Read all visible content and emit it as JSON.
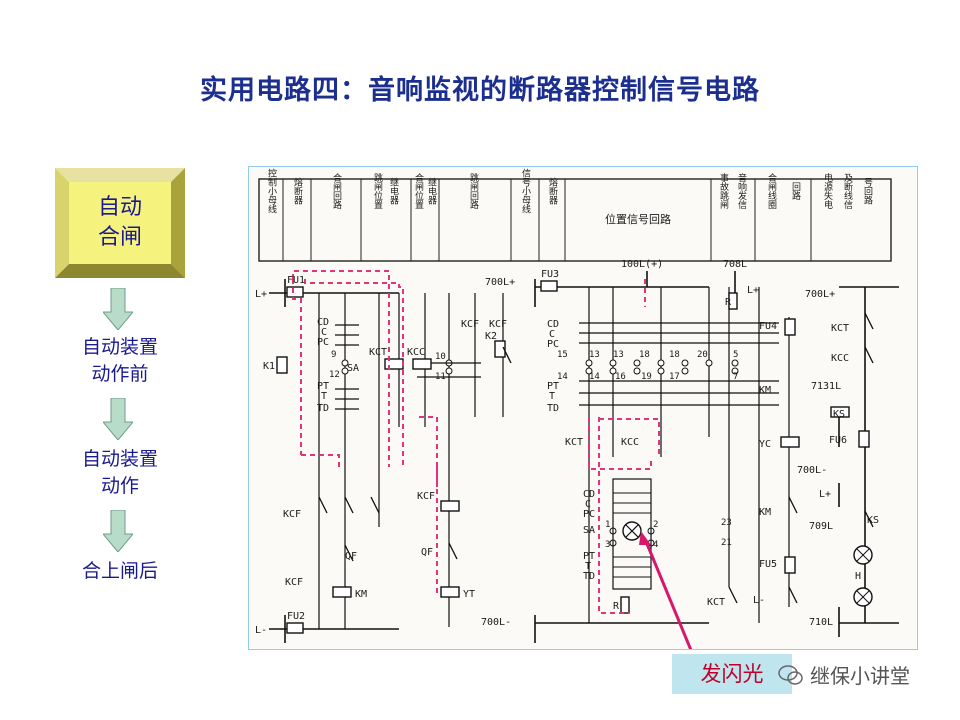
{
  "title": "实用电路四：音响监视的断路器控制信号电路",
  "state_box": {
    "label_line1": "自动",
    "label_line2": "合闸"
  },
  "steps": [
    "自动装置动作前",
    "自动装置动作",
    "合上闸后"
  ],
  "steps_lines": [
    [
      "自动装置",
      "动作前"
    ],
    [
      "自动装置",
      "动作"
    ],
    [
      "合上闸后"
    ]
  ],
  "callout": "发闪光",
  "watermark": "继保小讲堂",
  "diagram": {
    "header_cells": [
      "控制小母线",
      "熔断器",
      "合闸回路",
      "跳闸位置",
      "继电器",
      "合闸位置",
      "继电器",
      "跳闸回路",
      "信号小母线",
      "熔断器",
      "位置信号回路",
      "事故跳闸",
      "音响发信",
      "合闸线圈",
      "回路",
      "电源失电",
      "及断线信",
      "号回路"
    ],
    "labels": {
      "L_plus": "L+",
      "L_minus": "L-",
      "FU1": "FU1",
      "FU2": "FU2",
      "FU3": "FU3",
      "FU4": "FU4",
      "FU5": "FU5",
      "FU6": "FU6",
      "bus_700L_plus": "700L+",
      "bus_700L_minus": "700L-",
      "bus_100L": "100L(+)",
      "bus_708L": "708L",
      "bus_7131L": "7131L",
      "bus_709L": "709L",
      "bus_710L": "710L",
      "CD": "CD",
      "C": "C",
      "PC": "PC",
      "SA": "SA",
      "PT": "PT",
      "T": "T",
      "TD": "TD",
      "K1": "K1",
      "K2": "K2",
      "KCT": "KCT",
      "KCC": "KCC",
      "KCF": "KCF",
      "QF": "QF",
      "KM": "KM",
      "YT": "YT",
      "YC": "YC",
      "KS": "KS",
      "R": "R",
      "H": "H",
      "n9": "9",
      "n12": "12",
      "n10": "10",
      "n11": "11",
      "n15": "15",
      "n13": "13",
      "n18": "18",
      "n20": "20",
      "n5": "5",
      "n14": "14",
      "n16": "16",
      "n19": "19",
      "n17": "17",
      "n7": "7",
      "n1": "1",
      "n2": "2",
      "n3": "3",
      "n4": "4",
      "n23": "23",
      "n21": "21"
    }
  },
  "colors": {
    "title": "#1c2f8f",
    "box": "#f6f27e",
    "arrow": "#b8dcc8",
    "dash": "#e2347a",
    "callout_arrow": "#d6186a"
  }
}
